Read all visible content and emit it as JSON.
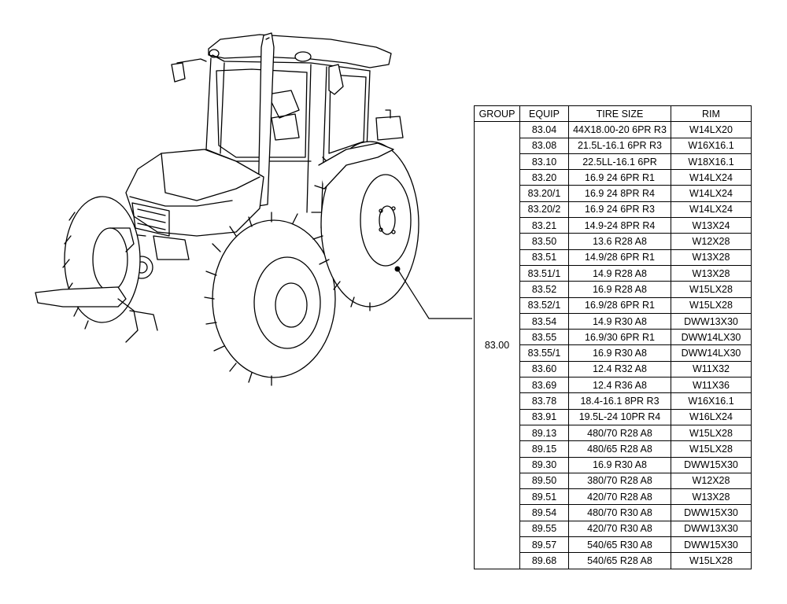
{
  "diagram": {
    "callout_target": "rear-tire",
    "line_color": "#000000"
  },
  "table": {
    "headers": [
      "GROUP",
      "EQUIP",
      "TIRE SIZE",
      "RIM"
    ],
    "group": "83.00",
    "rows": [
      {
        "equip": "83.04",
        "tire": "44X18.00-20 6PR R3",
        "rim": "W14LX20"
      },
      {
        "equip": "83.08",
        "tire": "21.5L-16.1 6PR R3",
        "rim": "W16X16.1"
      },
      {
        "equip": "83.10",
        "tire": "22.5LL-16.1 6PR",
        "rim": "W18X16.1"
      },
      {
        "equip": "83.20",
        "tire": "16.9 24 6PR R1",
        "rim": "W14LX24"
      },
      {
        "equip": "83.20/1",
        "tire": "16.9 24 8PR R4",
        "rim": "W14LX24"
      },
      {
        "equip": "83.20/2",
        "tire": "16.9 24 6PR R3",
        "rim": "W14LX24"
      },
      {
        "equip": "83.21",
        "tire": "14.9-24 8PR R4",
        "rim": "W13X24"
      },
      {
        "equip": "83.50",
        "tire": "13.6 R28 A8",
        "rim": "W12X28"
      },
      {
        "equip": "83.51",
        "tire": "14.9/28 6PR R1",
        "rim": "W13X28"
      },
      {
        "equip": "83.51/1",
        "tire": "14.9 R28 A8",
        "rim": "W13X28"
      },
      {
        "equip": "83.52",
        "tire": "16.9 R28 A8",
        "rim": "W15LX28"
      },
      {
        "equip": "83.52/1",
        "tire": "16.9/28 6PR R1",
        "rim": "W15LX28"
      },
      {
        "equip": "83.54",
        "tire": "14.9 R30 A8",
        "rim": "DWW13X30"
      },
      {
        "equip": "83.55",
        "tire": "16.9/30 6PR R1",
        "rim": "DWW14LX30"
      },
      {
        "equip": "83.55/1",
        "tire": "16.9 R30 A8",
        "rim": "DWW14LX30"
      },
      {
        "equip": "83.60",
        "tire": "12.4 R32 A8",
        "rim": "W11X32"
      },
      {
        "equip": "83.69",
        "tire": "12.4 R36 A8",
        "rim": "W11X36"
      },
      {
        "equip": "83.78",
        "tire": "18.4-16.1 8PR R3",
        "rim": "W16X16.1"
      },
      {
        "equip": "83.91",
        "tire": "19.5L-24 10PR R4",
        "rim": "W16LX24"
      },
      {
        "equip": "89.13",
        "tire": "480/70 R28 A8",
        "rim": "W15LX28"
      },
      {
        "equip": "89.15",
        "tire": "480/65 R28 A8",
        "rim": "W15LX28"
      },
      {
        "equip": "89.30",
        "tire": "16.9 R30 A8",
        "rim": "DWW15X30"
      },
      {
        "equip": "89.50",
        "tire": "380/70 R28 A8",
        "rim": "W12X28"
      },
      {
        "equip": "89.51",
        "tire": "420/70 R28 A8",
        "rim": "W13X28"
      },
      {
        "equip": "89.54",
        "tire": "480/70 R30 A8",
        "rim": "DWW15X30"
      },
      {
        "equip": "89.55",
        "tire": "420/70 R30 A8",
        "rim": "DWW13X30"
      },
      {
        "equip": "89.57",
        "tire": "540/65 R30 A8",
        "rim": "DWW15X30"
      },
      {
        "equip": "89.68",
        "tire": "540/65 R28 A8",
        "rim": "W15LX28"
      }
    ]
  }
}
